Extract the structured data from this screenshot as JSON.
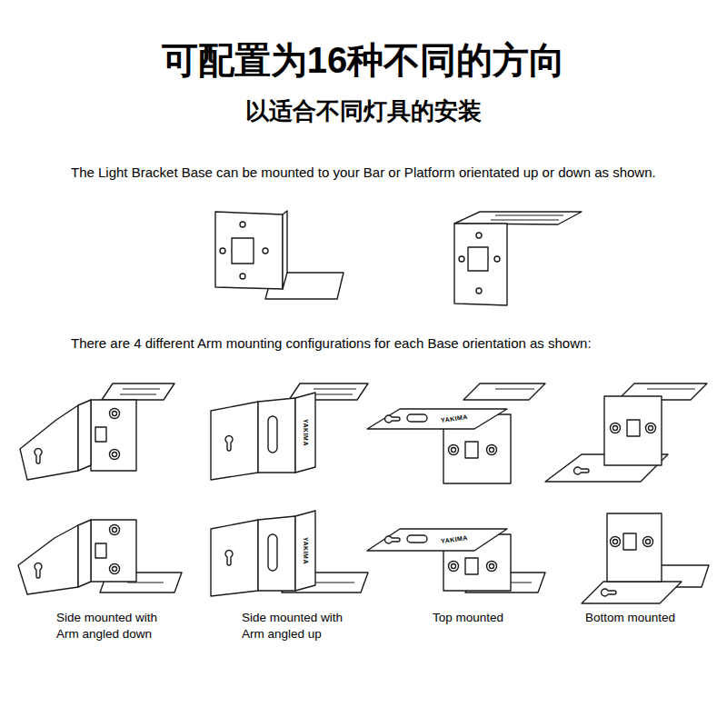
{
  "diagram": {
    "title": "可配置为16种不同的方向",
    "labels": [
      "以适合不同灯具的安装",
      "The Light Bracket Base can be mounted to your Bar or Platform orientated up or down as shown.",
      "There are 4 different Arm mounting configurations for each Base orientation as shown:",
      "Side mounted with Arm angled down",
      "Side mounted with Arm angled up",
      "Top mounted",
      "Bottom mounted",
      "YAKIMA",
      "YAKIMA",
      "YAKIMA",
      "YAKIMA"
    ]
  }
}
